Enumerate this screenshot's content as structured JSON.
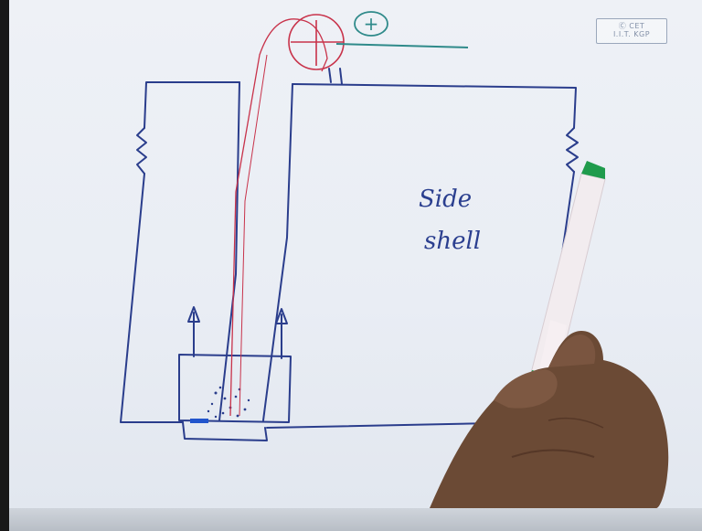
{
  "scene": {
    "description_tags": [
      "whiteboard",
      "hand-drawn-diagram",
      "hand",
      "marker"
    ]
  },
  "logo": {
    "line1": "Ⓒ CET",
    "line2": "I.I.T. KGP"
  },
  "annotations": {
    "side_word1": "Side",
    "side_word2": "shell",
    "plus_symbol": "+"
  },
  "colors": {
    "ink_blue": "#2a3d8c",
    "ink_red": "#c8324a",
    "ink_teal": "#2f8a8a",
    "board": "#eceff5",
    "skin": "#6b4a35",
    "marker_body": "#f3eef0",
    "marker_cap": "#1f9b4c"
  }
}
